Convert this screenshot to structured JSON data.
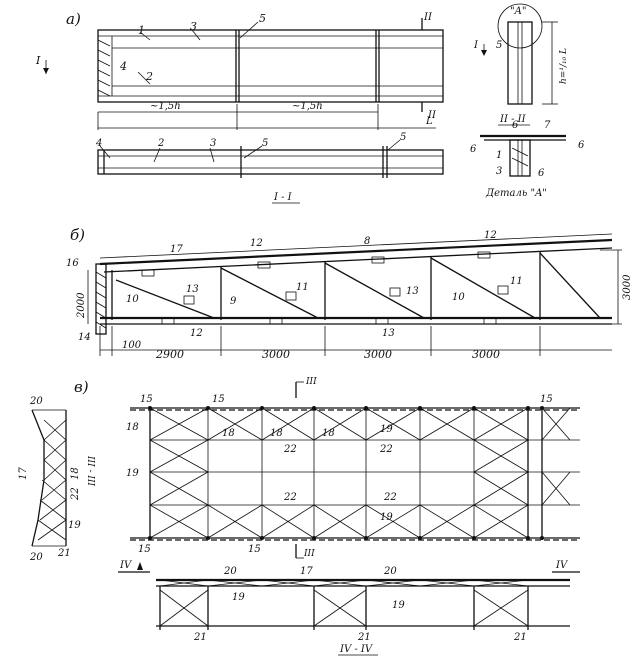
{
  "panel_labels": {
    "a": "а)",
    "b": "б)",
    "c": "в)"
  },
  "section_marks": {
    "i": "I",
    "ii": "II",
    "iii": "III",
    "iv": "IV",
    "i_i": "I - I",
    "ii_ii": "II - II",
    "iii_iii": "III - III",
    "iv_iv": "IV - IV"
  },
  "detail": {
    "callout": "\"A\"",
    "caption": "Деталь \"A\"",
    "height_formula": "h=¹/₁₀ L"
  },
  "dims_a": {
    "span_left": "~1,5h",
    "span_right": "~1,5h",
    "length": "L"
  },
  "dims_b": {
    "bay1": "2900",
    "bay2": "3000",
    "bay3": "3000",
    "bay4": "3000",
    "left_offset": "100",
    "height_left": "2000",
    "height_right": "3000"
  },
  "numbers": {
    "n1": "1",
    "n2": "2",
    "n3": "3",
    "n4": "4",
    "n5": "5",
    "n6": "6",
    "n7": "7",
    "n8": "8",
    "n9": "9",
    "n10": "10",
    "n11": "11",
    "n12": "12",
    "n13": "13",
    "n14": "14",
    "n15": "15",
    "n16": "16",
    "n17": "17",
    "n18": "18",
    "n19": "19",
    "n20": "20",
    "n21": "21",
    "n22": "22"
  }
}
